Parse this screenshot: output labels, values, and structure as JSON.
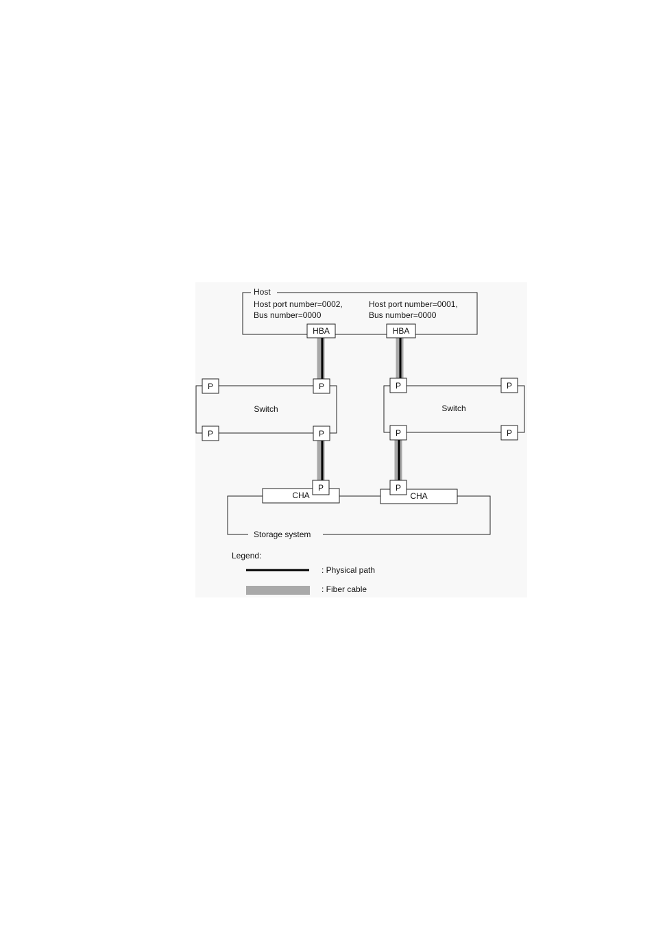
{
  "colors": {
    "background": "#ffffff",
    "figure_background": "#f8f8f8",
    "physical_path": "#000000",
    "fiber_cable": "#a9a9a9",
    "outline": "#222222"
  },
  "host": {
    "label": "Host",
    "left_port_line1": "Host port number=0002,",
    "left_port_line2": "Bus number=0000",
    "right_port_line1": "Host port number=0001,",
    "right_port_line2": "Bus number=0000",
    "hba_left": "HBA",
    "hba_right": "HBA"
  },
  "switch_left": {
    "label": "Switch",
    "ports": [
      "P",
      "P",
      "P",
      "P"
    ]
  },
  "switch_right": {
    "label": "Switch",
    "ports": [
      "P",
      "P",
      "P",
      "P"
    ]
  },
  "storage": {
    "label": "Storage system",
    "cha_left": "CHA",
    "cha_right": "CHA",
    "port_left": "P",
    "port_right": "P"
  },
  "legend": {
    "title": "Legend:",
    "physical_path": ": Physical path",
    "fiber_cable": ": Fiber cable"
  }
}
